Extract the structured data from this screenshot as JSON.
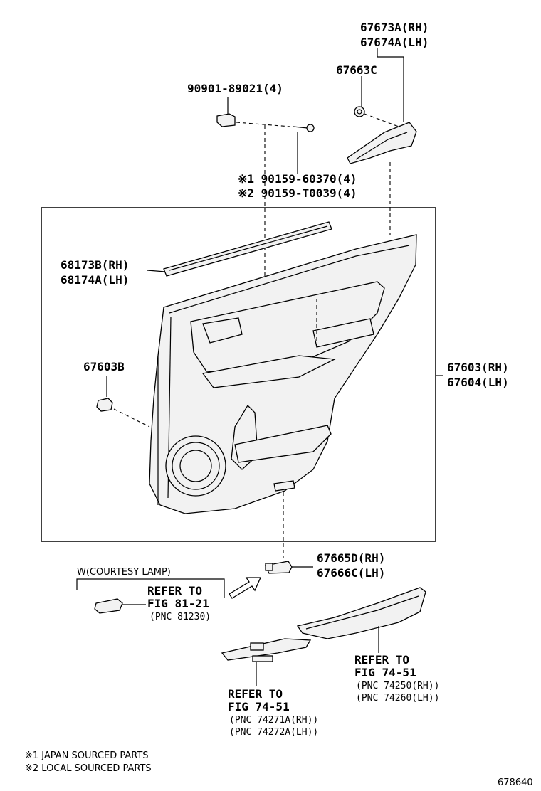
{
  "labels": {
    "p67673": "67673A(RH)",
    "p67674": "67674A(LH)",
    "p67663": "67663C",
    "p90901": "90901-89021(4)",
    "p90159a": "※1 90159-60370(4)",
    "p90159b": "※2 90159-T0039(4)",
    "p68173": "68173B(RH)",
    "p68174": "68174A(LH)",
    "p67603b": "67603B",
    "p67603": "67603(RH)",
    "p67604": "67604(LH)",
    "p67665": "67665D(RH)",
    "p67666": "67666C(LH)"
  },
  "courtesy": {
    "title": "W(COURTESY LAMP)",
    "refer1": "REFER TO",
    "refer2": "FIG 81-21",
    "refer3": "(PNC 81230)"
  },
  "ref_74250": {
    "line1": "REFER TO",
    "line2": "FIG 74-51",
    "line3": "(PNC 74250(RH))",
    "line4": "(PNC 74260(LH))"
  },
  "ref_74271": {
    "line1": "REFER TO",
    "line2": "FIG 74-51",
    "line3": "(PNC 74271A(RH))",
    "line4": "(PNC 74272A(LH))"
  },
  "notes": {
    "note1": "※1 JAPAN SOURCED PARTS",
    "note2": "※2 LOCAL SOURCED PARTS"
  },
  "figure_id": "678640"
}
